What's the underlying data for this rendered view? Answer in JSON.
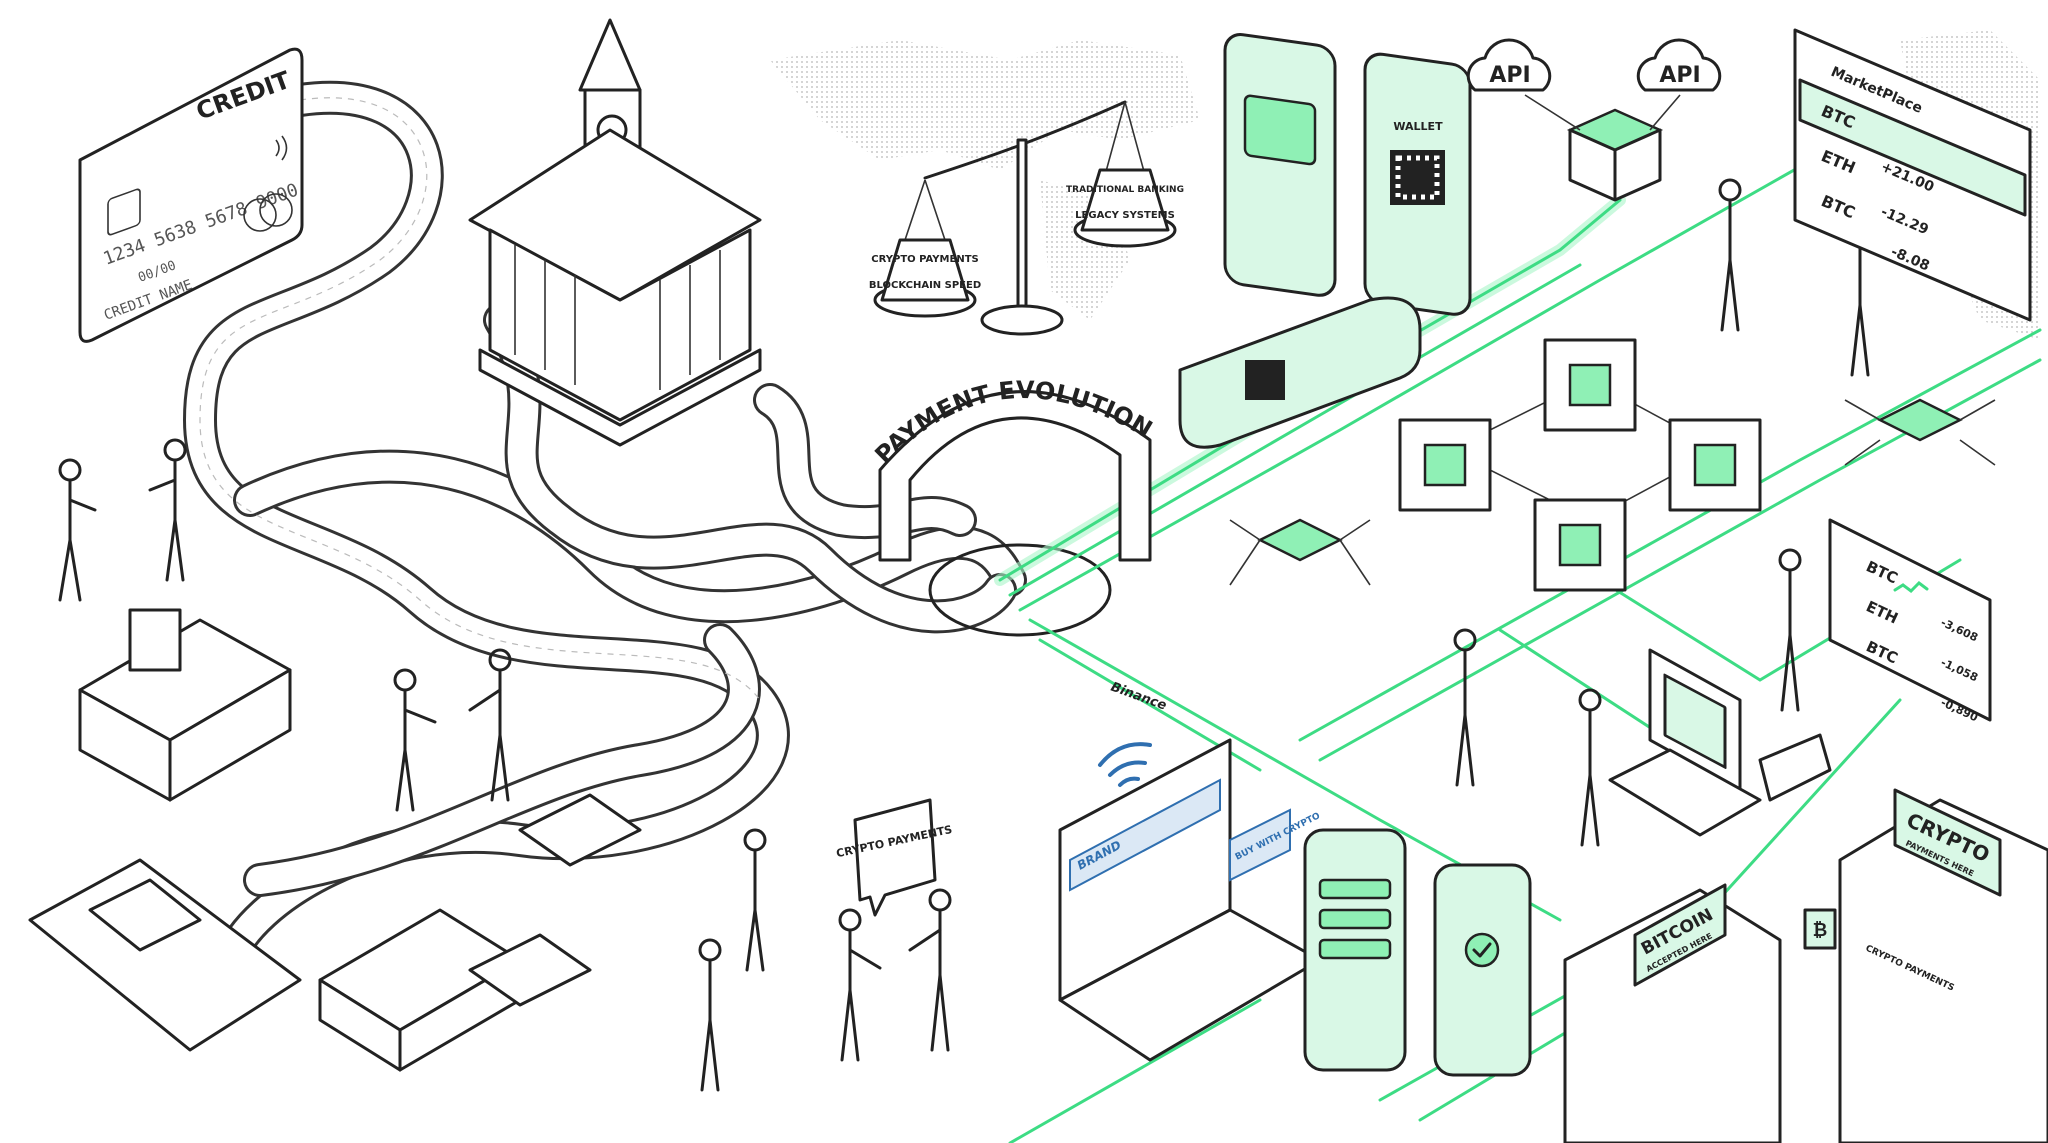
{
  "colors": {
    "ink": "#222222",
    "accent_green": "#3ddc84",
    "green_fill": "#d9f8e6",
    "wifi_blue": "#2f6fb0"
  },
  "credit_card": {
    "label": "CREDIT",
    "number": "1234 5638 5678 9000",
    "expiry": "00/00",
    "name": "CREDIT NAME"
  },
  "scale": {
    "left_weight": {
      "top": "CRYPTO PAYMENTS",
      "bottom": "BLOCKCHAIN SPEED"
    },
    "right_weight": {
      "top": "TRADITIONAL BANKING",
      "bottom": "LEGACY SYSTEMS"
    }
  },
  "arch": {
    "title": "PAYMENT EVOLUTION"
  },
  "brand_mark": "Binance",
  "speech_bubble": "CRYPTO PAYMENTS",
  "api": {
    "left": "API",
    "right": "API"
  },
  "phones": {
    "wallet_title": "WALLET"
  },
  "marketplace": {
    "title": "MarketPlace",
    "rows": [
      {
        "symbol": "BTC",
        "change": ""
      },
      {
        "symbol": "ETH",
        "change": "+21.00"
      },
      {
        "symbol": "BTC",
        "change": "-12.29"
      },
      {
        "symbol": "",
        "change": "-8.08"
      }
    ]
  },
  "ticker_panel": {
    "rows": [
      {
        "symbol": "BTC",
        "value": "-3,608"
      },
      {
        "symbol": "ETH",
        "value": "-1,058"
      },
      {
        "symbol": "BTC",
        "value": "-0,890"
      }
    ]
  },
  "laptop": {
    "brand": "BRAND",
    "callout": "BUY WITH CRYPTO"
  },
  "stores": {
    "bitcoin_sign": {
      "title": "BITCOIN",
      "subtitle": "ACCEPTED HERE"
    },
    "crypto_sign": {
      "title": "CRYPTO",
      "subtitle": "PAYMENTS HERE"
    },
    "window_text": "CRYPTO PAYMENTS"
  }
}
